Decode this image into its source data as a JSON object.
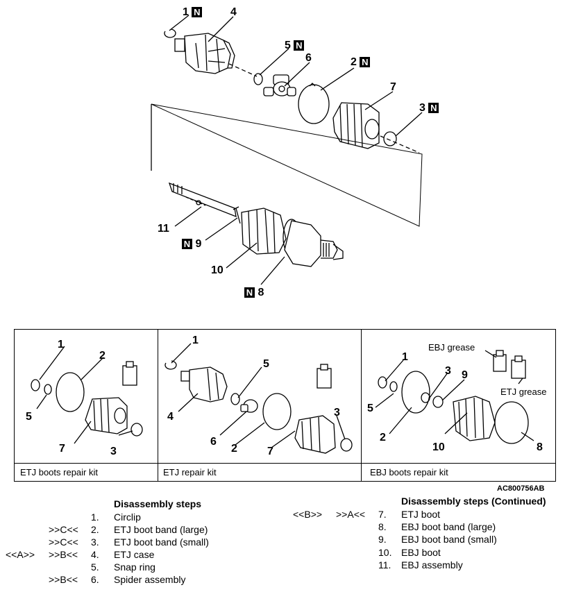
{
  "callouts": {
    "c1": "1",
    "c2": "2",
    "c3": "3",
    "c4": "4",
    "c5": "5",
    "c6": "6",
    "c7": "7",
    "c8": "8",
    "c9": "9",
    "c10": "10",
    "c11": "11",
    "n_mark": "N"
  },
  "kits": [
    {
      "label": "ETJ boots repair kit",
      "callouts": [
        "1",
        "2",
        "5",
        "7",
        "3"
      ]
    },
    {
      "label": "ETJ repair kit",
      "callouts": [
        "1",
        "5",
        "4",
        "6",
        "2",
        "7",
        "3"
      ]
    },
    {
      "label": "EBJ boots repair kit",
      "callouts": [
        "1",
        "3",
        "9",
        "5",
        "2",
        "10",
        "8"
      ]
    }
  ],
  "grease_labels": {
    "ebj": "EBJ grease",
    "etj": "ETJ grease"
  },
  "figure_code": "AC800756AB",
  "steps_left": {
    "title": "Disassembly steps",
    "rows": [
      {
        "pre": "",
        "post": "",
        "num": "1.",
        "name": "Circlip"
      },
      {
        "pre": "",
        "post": ">>C<<",
        "num": "2.",
        "name": "ETJ boot band (large)"
      },
      {
        "pre": "",
        "post": ">>C<<",
        "num": "3.",
        "name": "ETJ boot band (small)"
      },
      {
        "pre": "<<A>>",
        "post": ">>B<<",
        "num": "4.",
        "name": "ETJ case"
      },
      {
        "pre": "",
        "post": "",
        "num": "5.",
        "name": "Snap ring"
      },
      {
        "pre": "",
        "post": ">>B<<",
        "num": "6.",
        "name": "Spider assembly"
      }
    ]
  },
  "steps_right": {
    "title": "Disassembly steps (Continued)",
    "rows": [
      {
        "pre": "<<B>>",
        "post": ">>A<<",
        "num": "7.",
        "name": "ETJ boot"
      },
      {
        "pre": "",
        "post": "",
        "num": "8.",
        "name": "EBJ boot band (large)"
      },
      {
        "pre": "",
        "post": "",
        "num": "9.",
        "name": "EBJ boot band (small)"
      },
      {
        "pre": "",
        "post": "",
        "num": "10.",
        "name": "EBJ boot"
      },
      {
        "pre": "",
        "post": "",
        "num": "11.",
        "name": "EBJ assembly"
      }
    ]
  }
}
